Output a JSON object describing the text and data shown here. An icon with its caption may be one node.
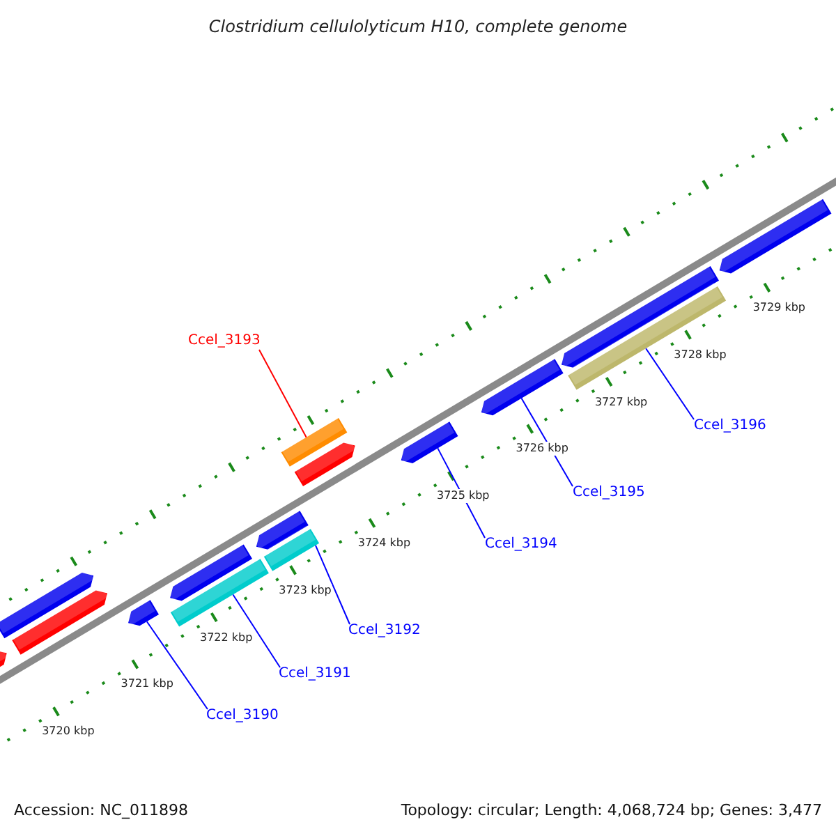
{
  "diagram": {
    "title": "Clostridium cellulolyticum H10, complete genome",
    "nodes": [
      {
        "text": [
          "Ccel_3193"
        ]
      },
      {
        "text": [
          "Ccel_3196"
        ]
      },
      {
        "text": [
          "Ccel_3195"
        ]
      },
      {
        "text": [
          "Ccel_3194"
        ]
      },
      {
        "text": [
          "Ccel_3192"
        ]
      },
      {
        "text": [
          "Ccel_3191"
        ]
      },
      {
        "text": [
          "Ccel_3190"
        ]
      },
      {
        "text": [],
        "shape": "bar"
      },
      {
        "text": [],
        "shape": "bar"
      },
      {
        "text": [],
        "shape": "bar"
      },
      {
        "text": [],
        "shape": "bar"
      },
      {
        "text": [],
        "shape": "bar"
      },
      {
        "text": [],
        "shape": "bar"
      },
      {
        "text": [],
        "shape": "bar"
      },
      {
        "text": [],
        "shape": "bar"
      },
      {
        "text": [],
        "shape": "bar"
      },
      {
        "text": [],
        "shape": "bar"
      },
      {
        "text": [],
        "shape": "bar"
      },
      {
        "text": [],
        "shape": "bar"
      },
      {
        "text": [],
        "shape": "bar"
      },
      {
        "text": [],
        "shape": "bar"
      },
      {
        "text": [],
        "shape": "bar"
      }
    ],
    "edges": [
      {
        "from": 0,
        "to": 15,
        "arrow": "none",
        "color": "#ff0000"
      },
      {
        "from": 1,
        "to": 20,
        "arrow": "none"
      },
      {
        "from": 2,
        "to": 18,
        "arrow": "none"
      },
      {
        "from": 3,
        "to": 17,
        "arrow": "none"
      },
      {
        "from": 4,
        "to": 14,
        "arrow": "none"
      },
      {
        "from": 5,
        "to": 11,
        "arrow": "none"
      },
      {
        "from": 6,
        "to": 10,
        "arrow": "none"
      }
    ],
    "labels": [
      "3720 kbp",
      "3721 kbp",
      "3722 kbp",
      "3723 kbp",
      "3724 kbp",
      "3725 kbp",
      "3726 kbp",
      "3727 kbp",
      "3728 kbp",
      "3729 kbp",
      "Accession: NC_011898",
      "Topology: circular; Length: 4,068,724 bp; Genes: 3,477"
    ]
  }
}
